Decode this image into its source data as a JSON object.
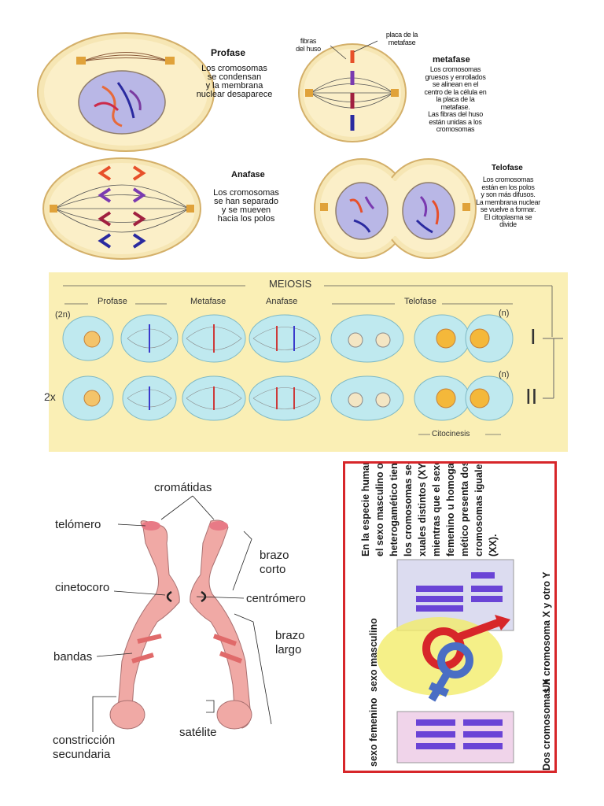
{
  "mitosis": {
    "profase": {
      "title": "Profase",
      "lines": [
        "Los cromosomas",
        "se condensan",
        "y la membrana",
        "nuclear desaparece"
      ]
    },
    "metafase": {
      "title": "metafase",
      "label_fibras": [
        "fibras",
        "del huso"
      ],
      "label_placa": [
        "placa de la",
        "metafase"
      ],
      "lines": [
        "Los cromosomas",
        "gruesos y enrollados",
        "se alinean en el",
        "centro de la célula en",
        "la placa de la",
        "metafase.",
        "Las fibras del huso",
        "están unidas a los",
        "cromosomas"
      ]
    },
    "anafase": {
      "title": "Anafase",
      "lines": [
        "Los cromosomas",
        "se han separado",
        "y se mueven",
        "hacia los polos"
      ]
    },
    "telofase": {
      "title": "Telofase",
      "lines": [
        "Los cromosomas",
        "están en los polos",
        "y son más difusos.",
        "La membrana nuclear",
        "se vuelve a formar.",
        "El citoplasma se",
        "divide"
      ]
    }
  },
  "meiosis": {
    "title": "MEIOSIS",
    "phases": [
      "Profase",
      "Metafase",
      "Anafase",
      "Telofase"
    ],
    "ploidy_top": "(2n)",
    "ploidy_right_1": "(n)",
    "ploidy_right_2": "(n)",
    "row_label": "2x",
    "stage_1": "I",
    "stage_2": "II",
    "citocinesis": "Citocinesis"
  },
  "chromosome": {
    "labels": {
      "cromatidas": "cromátidas",
      "telomero": "telómero",
      "brazo_corto": [
        "brazo",
        "corto"
      ],
      "cinetocoro": "cinetocoro",
      "centromero": "centrómero",
      "brazo_largo": [
        "brazo",
        "largo"
      ],
      "bandas": "bandas",
      "satelite": "satélite",
      "constriccion": [
        "constricción",
        "secundaria"
      ]
    }
  },
  "sex_box": {
    "text_lines": [
      "En la especie humana,",
      "el sexo masculino o",
      "heterogamético tiene",
      "los cromosomas se-",
      "xuales distintos (XY),",
      "mientras que el sexo",
      "femenino u homoga-",
      "mético presenta dos",
      "cromosomas iguales",
      "(XX)."
    ],
    "masc_label": "sexo masculino",
    "xy_label": "Un cromosoma X y otro Y",
    "fem_label": "sexo femenino",
    "xx_label": "Dos cromosomas X"
  },
  "colors": {
    "cell": "#f6e6b4",
    "cell_edge": "#d4b06a",
    "nucleus": "#b9b7e6",
    "meiosis_bg": "#faefb5",
    "meiosis_cell": "#bfe9ef",
    "chromosome": "#f0a9a5",
    "border_red": "#d7262a"
  }
}
